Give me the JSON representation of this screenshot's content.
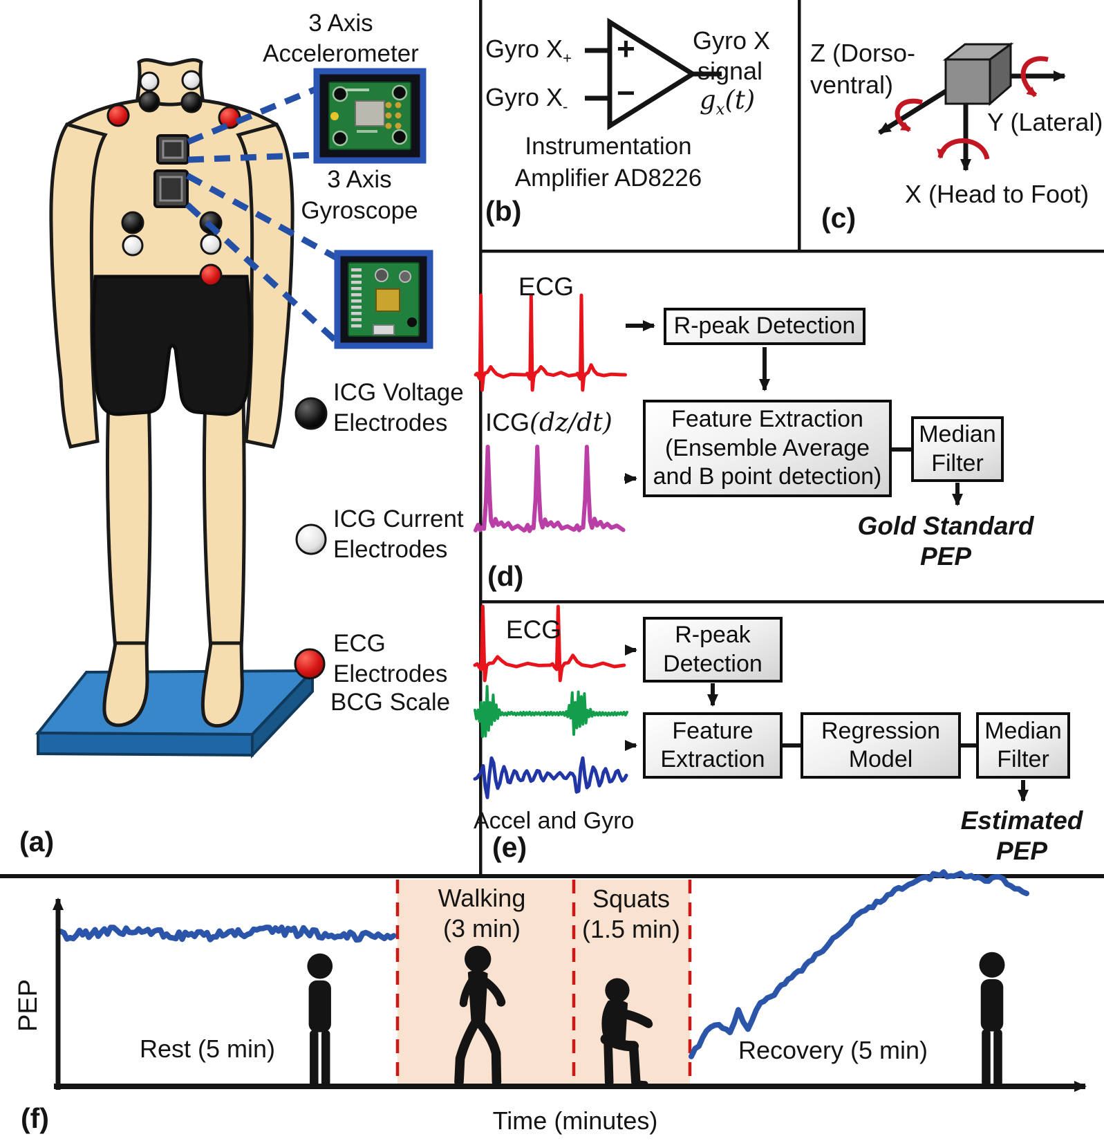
{
  "colors": {
    "ecg": "#e8141c",
    "icg": "#b93fa6",
    "accel": "#129e4a",
    "gyro": "#2136a4",
    "pep": "#2b55a8",
    "dash": "#cc1717",
    "shade": "#f9e2cf",
    "connector": "#2450a8",
    "skin": "#f6ddb0"
  },
  "panel_a": {
    "label": "(a)",
    "accel_title": [
      "3 Axis",
      "Accelerometer"
    ],
    "gyro_title": [
      "3 Axis",
      "Gyroscope"
    ],
    "legend": [
      {
        "line1": "ICG Voltage",
        "line2": "Electrodes",
        "icon": "black-electrode"
      },
      {
        "line1": "ICG Current",
        "line2": "Electrodes",
        "icon": "white-electrode"
      },
      {
        "line1": "ECG",
        "line2": "Electrodes",
        "icon": "red-electrode"
      }
    ],
    "bcg_label": "BCG Scale"
  },
  "panel_b": {
    "label": "(b)",
    "input_pos": {
      "main": "Gyro X",
      "sub": "+"
    },
    "input_neg": {
      "main": "Gyro X",
      "sub": "-"
    },
    "plus": "+",
    "minus": "−",
    "out_line1": "Gyro X",
    "out_line2": "signal",
    "out_math_g": "g",
    "out_math_sub": "x",
    "out_math_rest": "(t)",
    "caption_line1": "Instrumentation",
    "caption_line2": "Amplifier AD8226"
  },
  "panel_c": {
    "label": "(c)",
    "z_line1": "Z (Dorso-",
    "z_line2": "ventral)",
    "y_label": "Y (Lateral)",
    "x_label": "X (Head to Foot)"
  },
  "panel_d": {
    "label": "(d)",
    "ecg_label": "ECG",
    "icg_label": "ICG",
    "icg_math": "(dz/dt)",
    "box_rpeak": "R-peak Detection",
    "box_feature": [
      "Feature Extraction",
      "(Ensemble Average",
      "and B point detection)"
    ],
    "box_median": [
      "Median",
      "Filter"
    ],
    "output": [
      "Gold Standard",
      "PEP"
    ]
  },
  "panel_e": {
    "label": "(e)",
    "ecg_label": "ECG",
    "traces_label": "Accel and Gyro",
    "box_rpeak": [
      "R-peak",
      "Detection"
    ],
    "box_feature": [
      "Feature",
      "Extraction"
    ],
    "box_regression": [
      "Regression",
      "Model"
    ],
    "box_median": [
      "Median",
      "Filter"
    ],
    "output": [
      "Estimated",
      "PEP"
    ]
  },
  "panel_f": {
    "label": "(f)",
    "ylabel": "PEP",
    "xlabel": "Time (minutes)",
    "phase_rest": "Rest (5 min)",
    "phase_walk": [
      "Walking",
      "(3 min)"
    ],
    "phase_squat": [
      "Squats",
      "(1.5 min)"
    ],
    "phase_recovery": "Recovery (5 min)"
  },
  "chart_data": {
    "type": "line",
    "xlabel": "Time (minutes)",
    "ylabel": "PEP",
    "legend_position": "none",
    "grid": false,
    "phases": [
      {
        "label": "Rest (5 min)",
        "start_min": 0,
        "end_min": 5,
        "shaded": false
      },
      {
        "label": "Walking (3 min)",
        "start_min": 5,
        "end_min": 8,
        "shaded": true
      },
      {
        "label": "Squats (1.5 min)",
        "start_min": 8,
        "end_min": 9.5,
        "shaded": true
      },
      {
        "label": "Recovery (5 min)",
        "start_min": 9.5,
        "end_min": 14.5,
        "shaded": false
      }
    ],
    "series": [
      {
        "name": "PEP during rest",
        "x_range_min": [
          0,
          5
        ],
        "behavior": "flat noisy baseline at low PEP value"
      },
      {
        "name": "PEP during recovery",
        "x_range_min": [
          9.5,
          14.5
        ],
        "behavior": "rises steeply from low value, plateaus at higher PEP, slight decline at end"
      }
    ],
    "notes": "No PEP trace drawn during Walking and Squats phases"
  }
}
